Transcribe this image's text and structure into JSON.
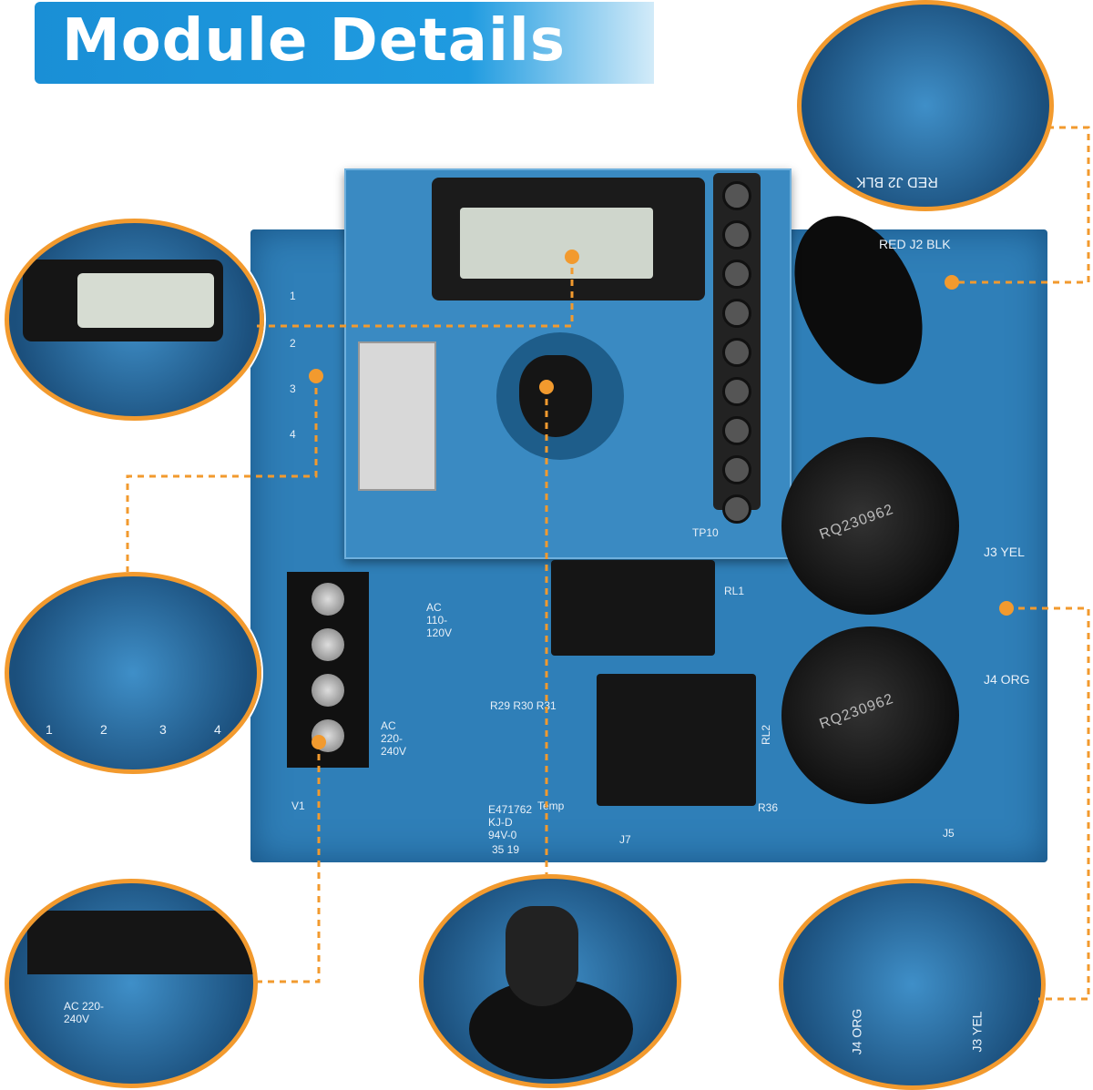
{
  "title": "Module Details",
  "board_labels": {
    "cap_code_1": "RQ230962",
    "cap_code_2": "RQ230962",
    "j2": "RED J2 BLK",
    "j3": "J3 YEL",
    "j4": "J4 ORG",
    "j5": "J5",
    "rl1": "RL1",
    "rl2": "RL2",
    "r36": "R36",
    "ac_high": "AC 220-240V",
    "ac_low": "AC 110-120V",
    "cert_1": "E471762",
    "cert_2": "KJ-D",
    "cert_3": "94V-0",
    "date": "35 19",
    "temp": "Temp",
    "resistors": "R29 R30 R31",
    "v1": "V1",
    "tp10": "TP10",
    "j7": "J7",
    "pin_1": "1",
    "pin_2": "2",
    "pin_3": "3",
    "pin_4": "4"
  },
  "zoom_labels": {
    "top_right": "RED J2 BLK",
    "terminal": "AC 220-240V",
    "j4": "J4 ORG",
    "j3": "J3 YEL",
    "pins": [
      "1",
      "2",
      "3",
      "4"
    ]
  },
  "colors": {
    "accent": "#f29a2e",
    "banner": "#1f9be0",
    "pcb": "#2f7fb8"
  }
}
